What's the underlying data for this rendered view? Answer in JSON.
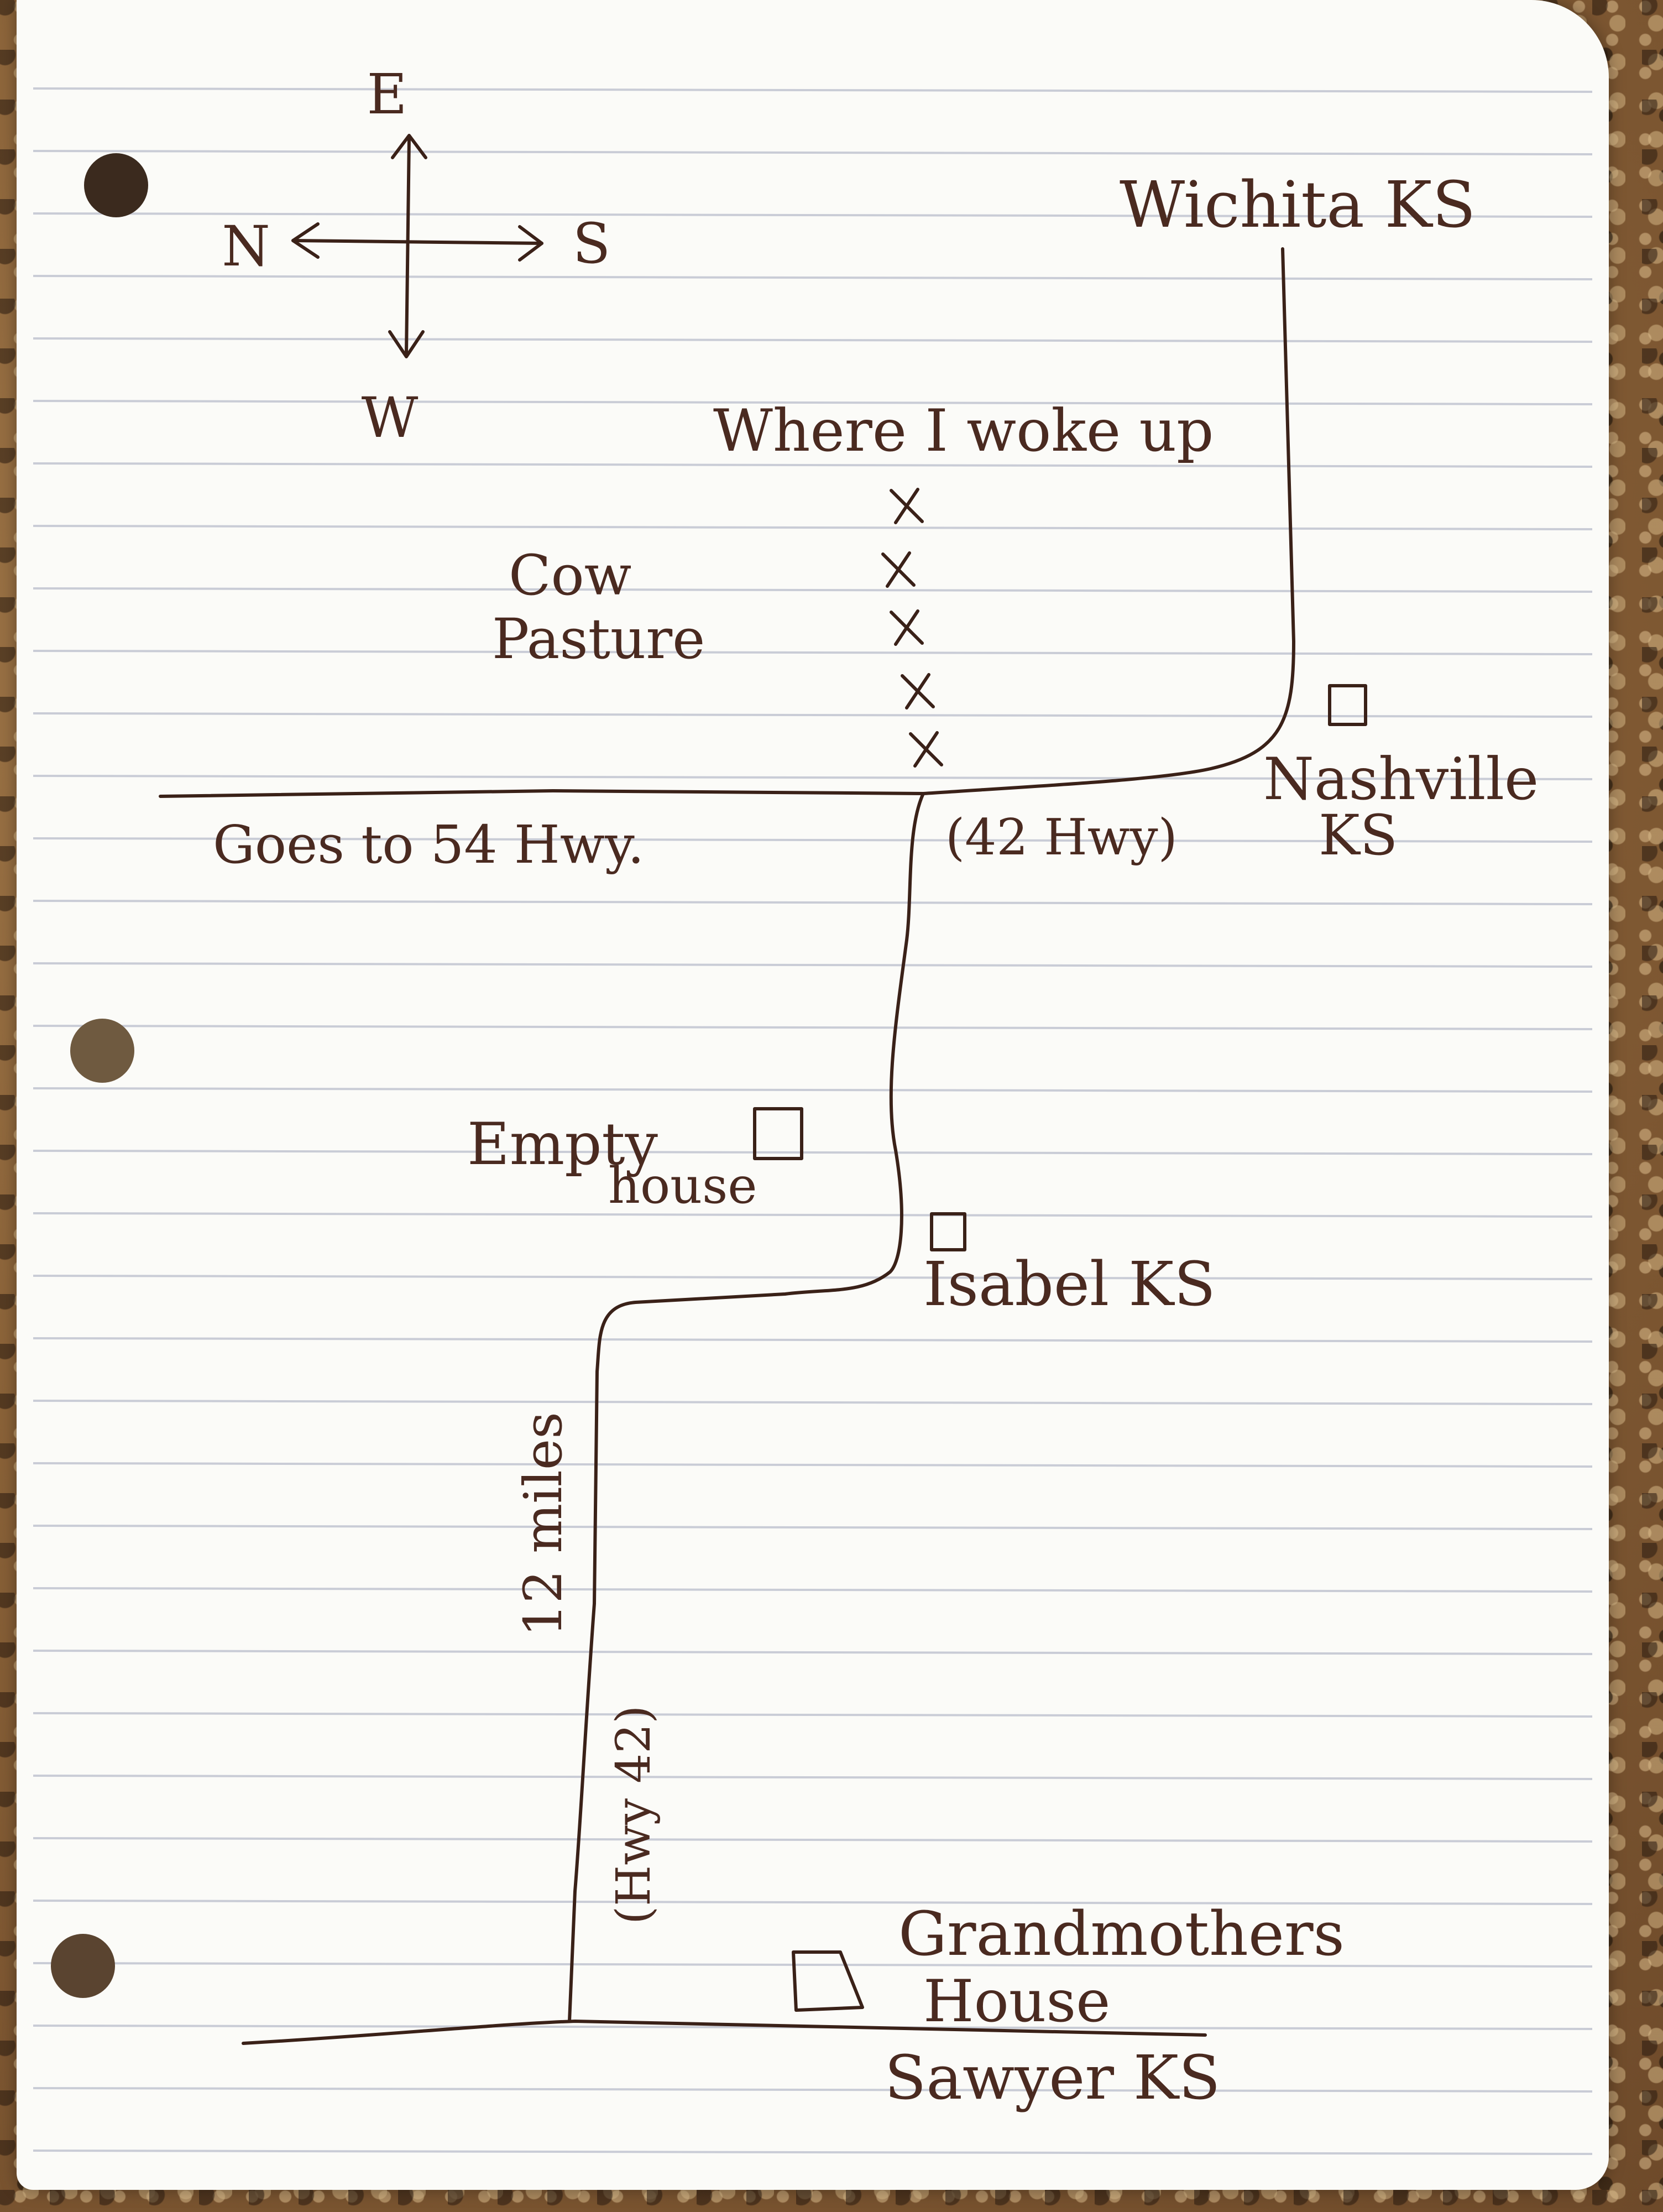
{
  "compass": {
    "north": "E",
    "east": "S",
    "south": "W",
    "west": "N"
  },
  "labels": {
    "wichita": "Wichita KS",
    "where_i_woke_up": "Where I woke up",
    "cow_pasture_line1": "Cow",
    "cow_pasture_line2": "Pasture",
    "goes_to_54": "Goes to 54 Hwy.",
    "hwy42_top": "(42 Hwy)",
    "nashville_line1": "Nashville",
    "nashville_line2": "KS",
    "empty_house_line1": "Empty",
    "empty_house_line2": "house",
    "isabel": "Isabel KS",
    "twelve_miles": "12 miles",
    "hwy42_vertical": "(Hwy 42)",
    "grandmothers_line1": "Grandmothers",
    "grandmothers_line2": "House",
    "sawyer": "Sawyer KS"
  },
  "colors": {
    "ink": "#3a2118",
    "paper": "#fbfbf8",
    "rule_line": "#c9ccd6",
    "margin_line": "#d8dae0"
  }
}
